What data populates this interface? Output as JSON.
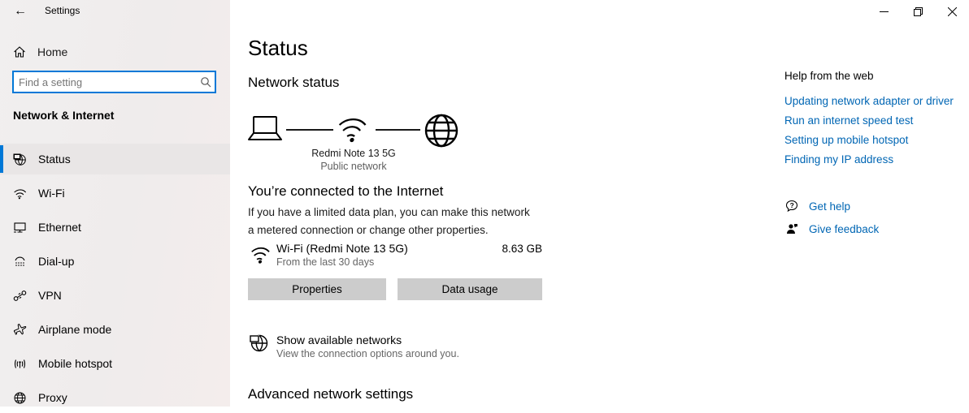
{
  "window": {
    "title": "Settings"
  },
  "sidebar": {
    "home": "Home",
    "search_placeholder": "Find a setting",
    "section": "Network & Internet",
    "nav": [
      {
        "label": "Status",
        "selected": true
      },
      {
        "label": "Wi-Fi",
        "selected": false
      },
      {
        "label": "Ethernet",
        "selected": false
      },
      {
        "label": "Dial-up",
        "selected": false
      },
      {
        "label": "VPN",
        "selected": false
      },
      {
        "label": "Airplane mode",
        "selected": false
      },
      {
        "label": "Mobile hotspot",
        "selected": false
      },
      {
        "label": "Proxy",
        "selected": false
      }
    ]
  },
  "main": {
    "page_title": "Status",
    "network_status_heading": "Network status",
    "network_name": "Redmi Note 13 5G",
    "network_type": "Public network",
    "connected_heading": "You’re connected to the Internet",
    "connected_desc": "If you have a limited data plan, you can make this network a metered connection or change other properties.",
    "wifi_row": {
      "title": "Wi-Fi (Redmi Note 13 5G)",
      "subtitle": "From the last 30 days",
      "usage": "8.63 GB"
    },
    "buttons": {
      "properties": "Properties",
      "data_usage": "Data usage"
    },
    "show_networks": {
      "title": "Show available networks",
      "subtitle": "View the connection options around you."
    },
    "advanced_heading": "Advanced network settings"
  },
  "help": {
    "title": "Help from the web",
    "links": [
      "Updating network adapter or driver",
      "Run an internet speed test",
      "Setting up mobile hotspot",
      "Finding my IP address"
    ],
    "get_help": "Get help",
    "give_feedback": "Give feedback"
  },
  "colors": {
    "accent": "#0078d7",
    "link": "#0066b4",
    "button_bg": "#cccccc",
    "sidebar_bg": "#f1efef"
  }
}
